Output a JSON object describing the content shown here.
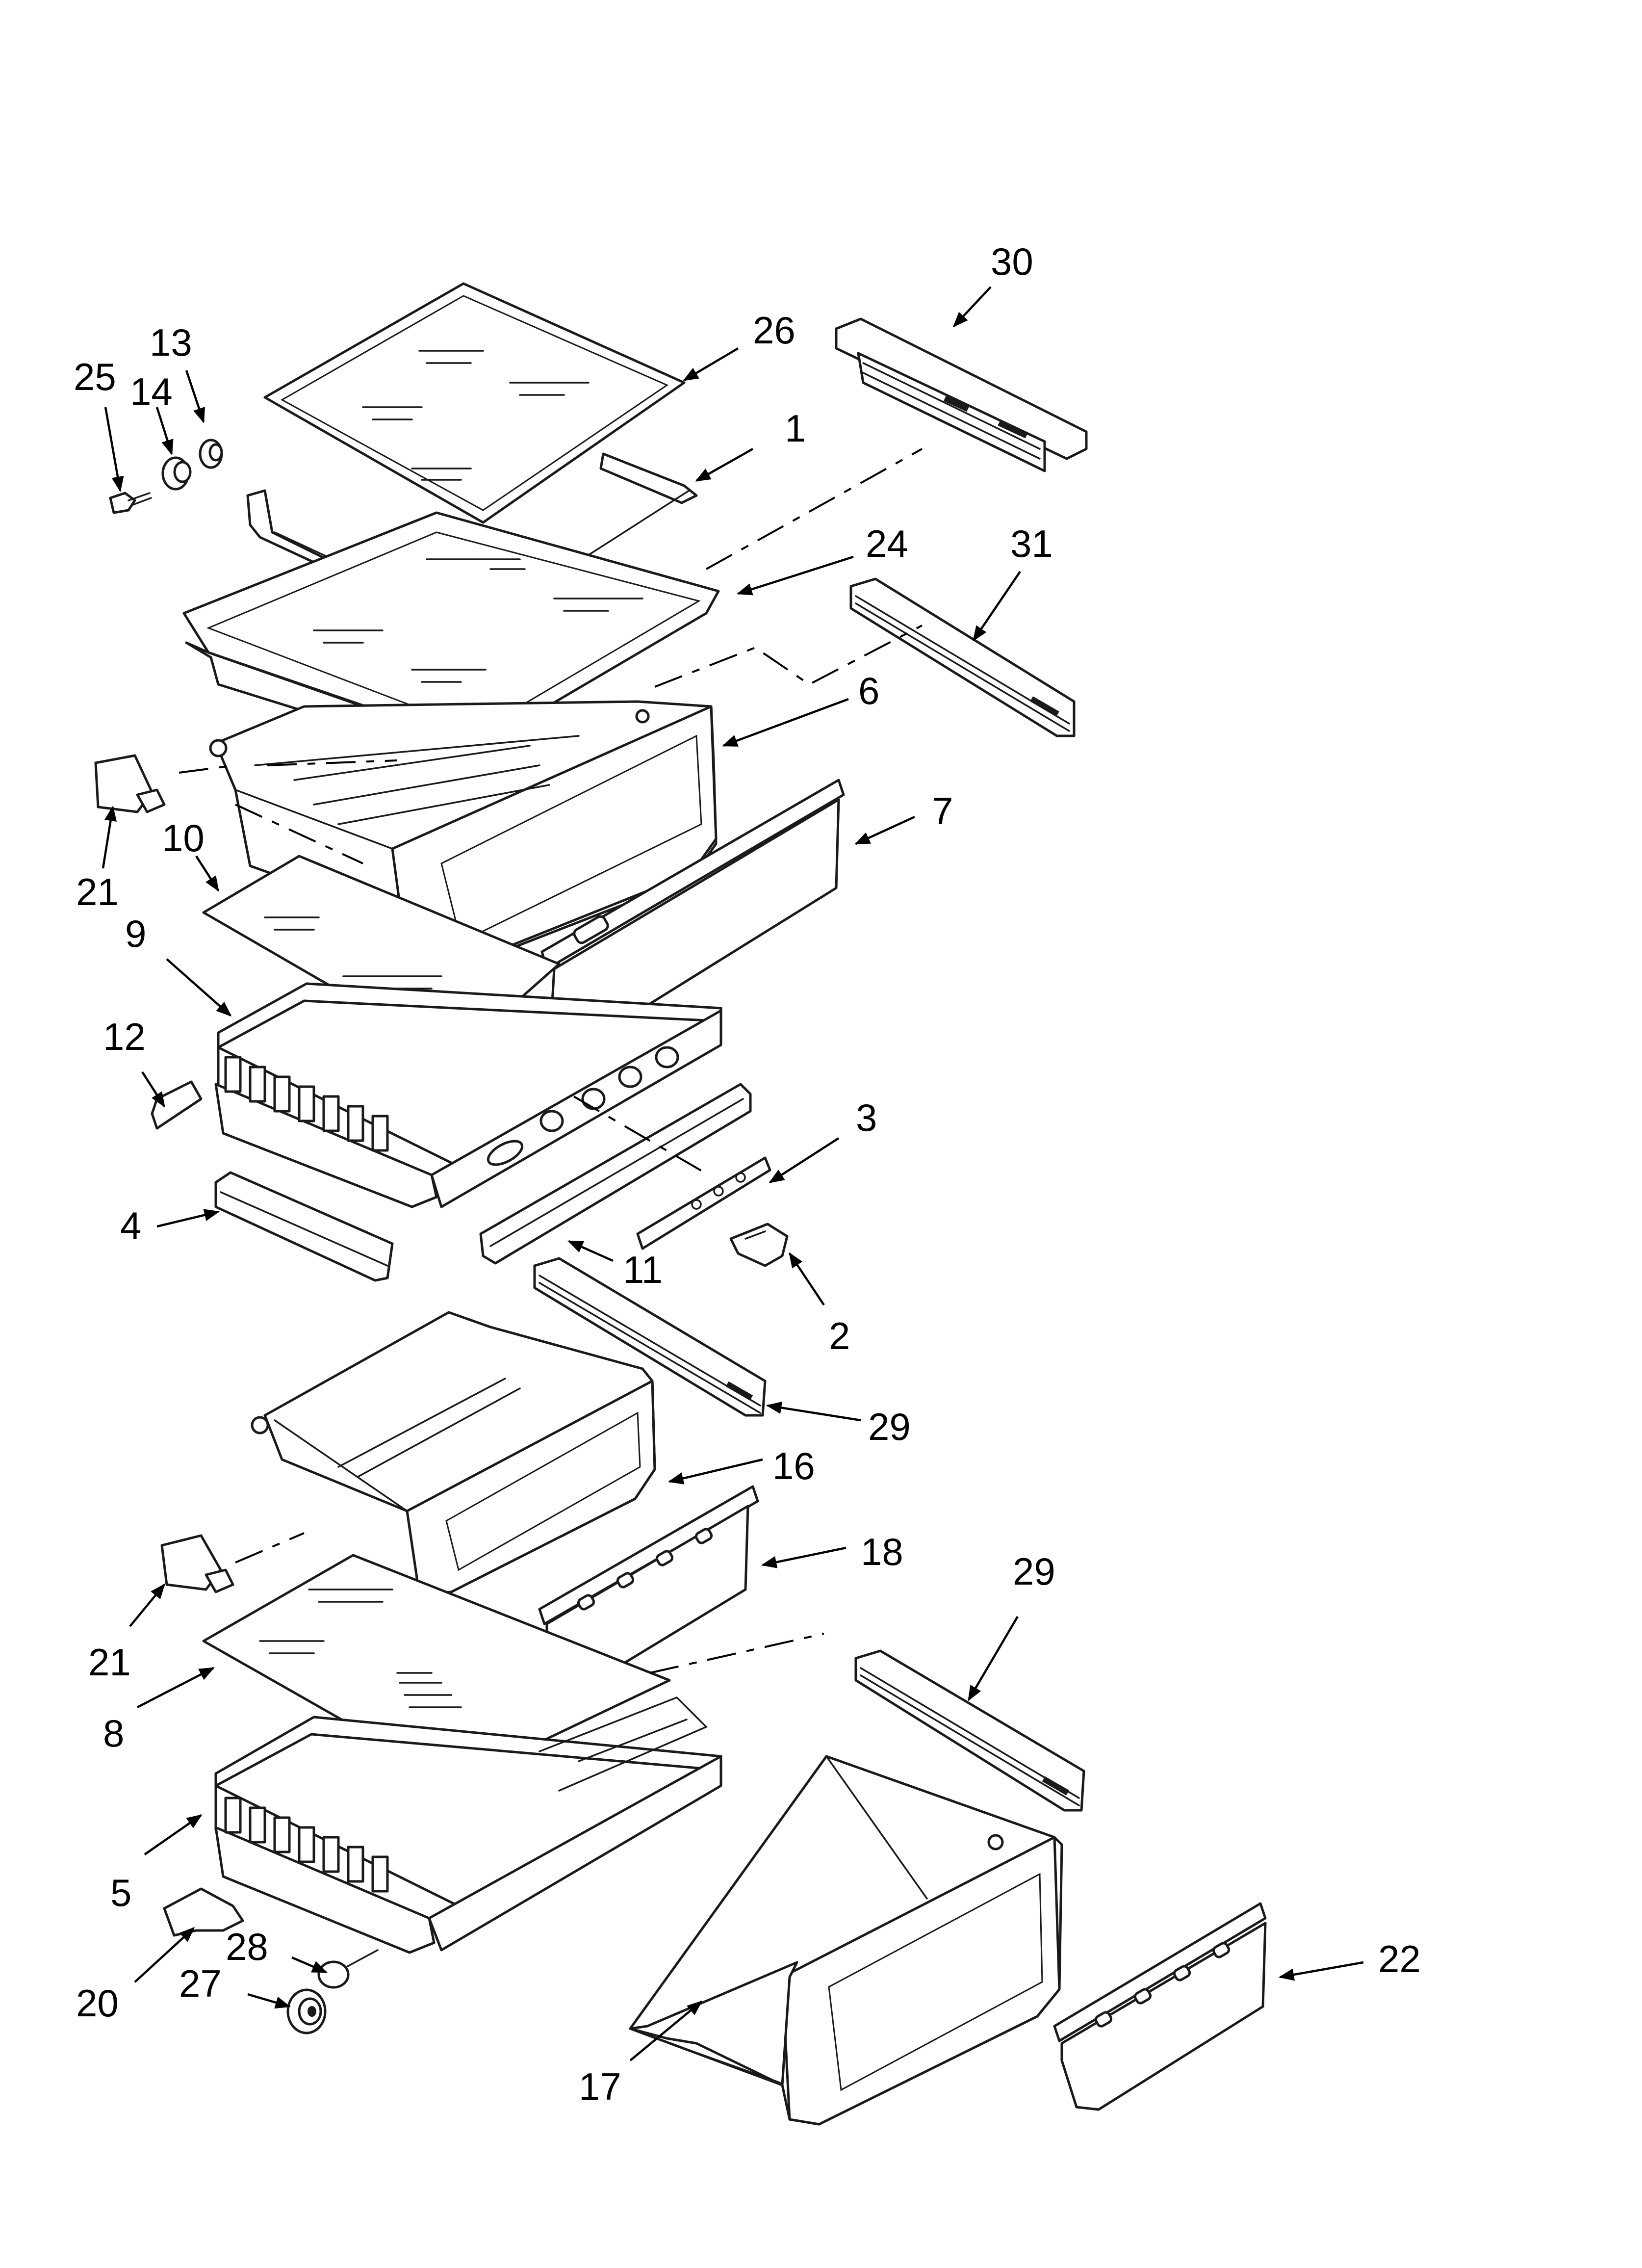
{
  "diagram": {
    "type": "exploded-parts-view",
    "callouts": [
      {
        "id": "c30",
        "label": "30"
      },
      {
        "id": "c26",
        "label": "26"
      },
      {
        "id": "c13",
        "label": "13"
      },
      {
        "id": "c25",
        "label": "25"
      },
      {
        "id": "c14",
        "label": "14"
      },
      {
        "id": "c1",
        "label": "1"
      },
      {
        "id": "c24",
        "label": "24"
      },
      {
        "id": "c31",
        "label": "31"
      },
      {
        "id": "c6",
        "label": "6"
      },
      {
        "id": "c7",
        "label": "7"
      },
      {
        "id": "c21a",
        "label": "21"
      },
      {
        "id": "c10",
        "label": "10"
      },
      {
        "id": "c9",
        "label": "9"
      },
      {
        "id": "c12",
        "label": "12"
      },
      {
        "id": "c3",
        "label": "3"
      },
      {
        "id": "c4",
        "label": "4"
      },
      {
        "id": "c11",
        "label": "11"
      },
      {
        "id": "c2",
        "label": "2"
      },
      {
        "id": "c29a",
        "label": "29"
      },
      {
        "id": "c16",
        "label": "16"
      },
      {
        "id": "c18",
        "label": "18"
      },
      {
        "id": "c29b",
        "label": "29"
      },
      {
        "id": "c21b",
        "label": "21"
      },
      {
        "id": "c8",
        "label": "8"
      },
      {
        "id": "c5",
        "label": "5"
      },
      {
        "id": "c28",
        "label": "28"
      },
      {
        "id": "c27",
        "label": "27"
      },
      {
        "id": "c20",
        "label": "20"
      },
      {
        "id": "c22",
        "label": "22"
      },
      {
        "id": "c17",
        "label": "17"
      }
    ]
  }
}
